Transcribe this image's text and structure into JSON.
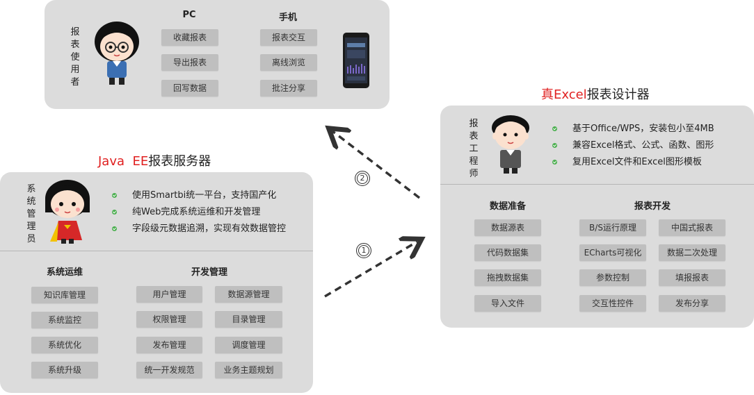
{
  "user_panel": {
    "role": "报表使用者",
    "pc_header": "PC",
    "mobile_header": "手机",
    "pc_items": [
      "收藏报表",
      "导出报表",
      "回写数据"
    ],
    "mobile_items": [
      "报表交互",
      "离线浏览",
      "批注分享"
    ]
  },
  "server": {
    "title_red": "Java  EE",
    "title_rest": "报表服务器",
    "role": "系统管理员",
    "bullets": [
      "使用Smartbi统一平台，支持国产化",
      "纯Web完成系统运维和开发管理",
      "字段级元数据追溯，实现有效数据管控"
    ],
    "ops_header": "系统运维",
    "ops_items": [
      "知识库管理",
      "系统监控",
      "系统优化",
      "系统升级"
    ],
    "dev_header": "开发管理",
    "dev_items_left": [
      "用户管理",
      "权限管理",
      "发布管理",
      "统一开发规范"
    ],
    "dev_items_right": [
      "数据源管理",
      "目录管理",
      "调度管理",
      "业务主题规划"
    ]
  },
  "designer": {
    "title_red": "真Excel",
    "title_rest": "报表设计器",
    "role": "报表工程师",
    "bullets": [
      "基于Office/WPS，安装包小至4MB",
      "兼容Excel格式、公式、函数、图形",
      "复用Excel文件和Excel图形模板"
    ],
    "prep_header": "数据准备",
    "prep_items": [
      "数据源表",
      "代码数据集",
      "拖拽数据集",
      "导入文件"
    ],
    "report_header": "报表开发",
    "report_items_left": [
      "B/S运行原理",
      "ECharts可视化",
      "参数控制",
      "交互性控件"
    ],
    "report_items_right": [
      "中国式报表",
      "数据二次处理",
      "填报报表",
      "发布分享"
    ]
  },
  "arrows": {
    "step1": "1",
    "step2": "2"
  },
  "colors": {
    "panel": "#dcdcdc",
    "tag": "#bfbfbf",
    "accent": "#e02020",
    "check": "#4caf50"
  }
}
